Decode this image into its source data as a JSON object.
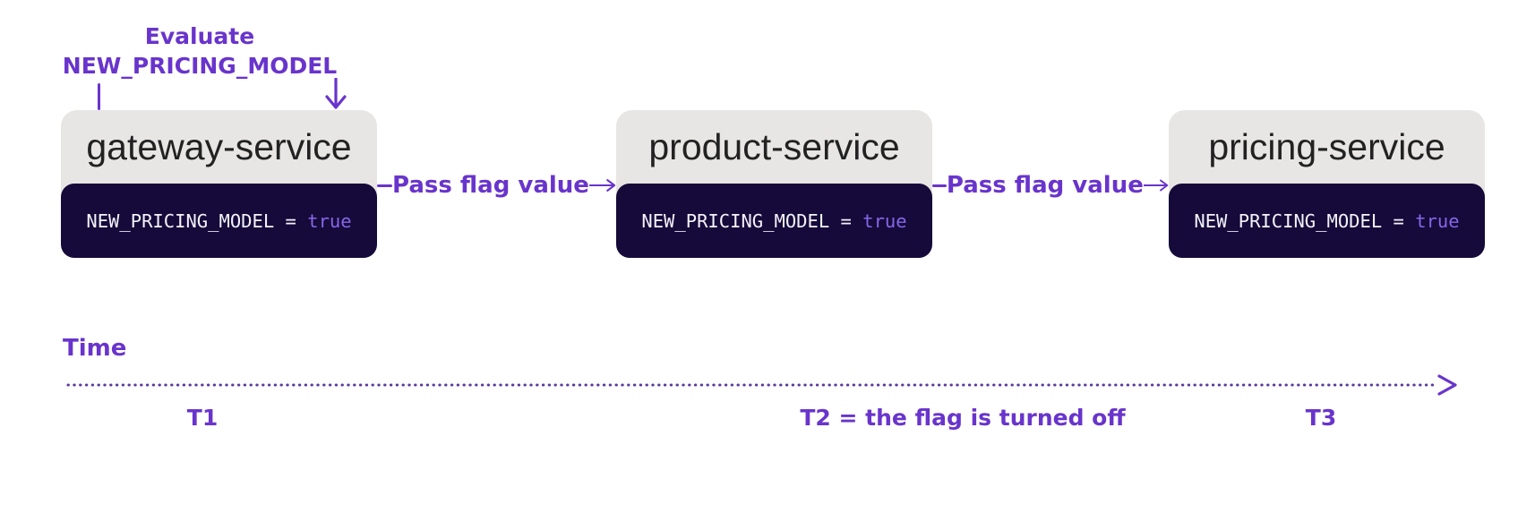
{
  "annotation": {
    "line1": "Evaluate",
    "line2": "NEW_PRICING_MODEL"
  },
  "services": [
    {
      "name": "gateway-service",
      "flag": {
        "name": "NEW_PRICING_MODEL",
        "op": "=",
        "value": "true"
      }
    },
    {
      "name": "product-service",
      "flag": {
        "name": "NEW_PRICING_MODEL",
        "op": "=",
        "value": "true"
      }
    },
    {
      "name": "pricing-service",
      "flag": {
        "name": "NEW_PRICING_MODEL",
        "op": "=",
        "value": "true"
      }
    }
  ],
  "connectors": [
    {
      "label": "Pass flag value"
    },
    {
      "label": "Pass flag value"
    }
  ],
  "timeline": {
    "title": "Time",
    "t1": "T1",
    "t2": "T2 = the flag is turned off",
    "t3": "T3"
  },
  "colors": {
    "bg": "#ffffff",
    "accent": "#6934cc",
    "dots": "#5b3a9e",
    "headerbg": "#e7e6e5",
    "titlecolor": "#222222",
    "codebg": "#150a3a",
    "codetext": "#f4f2fa",
    "codevalue": "#8766e8"
  }
}
